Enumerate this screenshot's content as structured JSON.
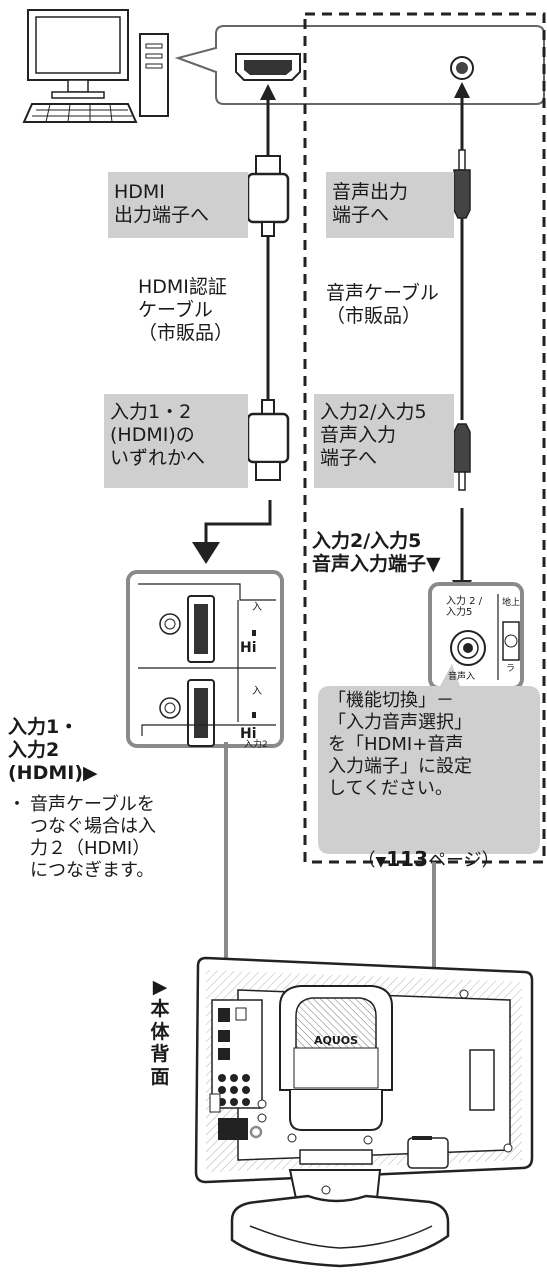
{
  "labels": {
    "hdmi_out": "HDMI\n出力端子へ",
    "hdmi_cable": "HDMI認証\nケーブル\n（市販品）",
    "hdmi_in": "入力1・2\n(HDMI)の\nいずれかへ",
    "audio_out": "音声出力\n端子へ",
    "audio_cable": "音声ケーブル\n（市販品）",
    "audio_in": "入力2/入力5\n音声入力\n端子へ",
    "audio_terminal": "入力2/入力5\n音声入力端子▼",
    "hdmi_terminal": "入力1・\n入力2\n(HDMI)▶",
    "note_bullet": "・",
    "note": "音声ケーブルを\nつなぐ場合は入\n力２（HDMI）\nにつなぎます。",
    "callout": "「機能切換」－\n「入力音声選択」\nを「HDMI+音声\n入力端子」に設定\nしてください。",
    "callout_ref_open": "（",
    "callout_ref_mark": "▼",
    "callout_ref_num": "113",
    "callout_ref_rest": "ページ）",
    "rear_label": "▶本体背面",
    "brand": "AQUOS"
  },
  "panel_text": {
    "in": "入",
    "hi": "Hi",
    "in_small": "入力2",
    "audio_panel": "入力 2 /\n入力5",
    "chi": "地上",
    "ra": "ラ",
    "onsei": "音声入"
  },
  "colors": {
    "label_box": "#cfcfcf",
    "callout": "#cfcfcf",
    "frame": "#8a8a8a",
    "line": "#1a1a1a"
  }
}
